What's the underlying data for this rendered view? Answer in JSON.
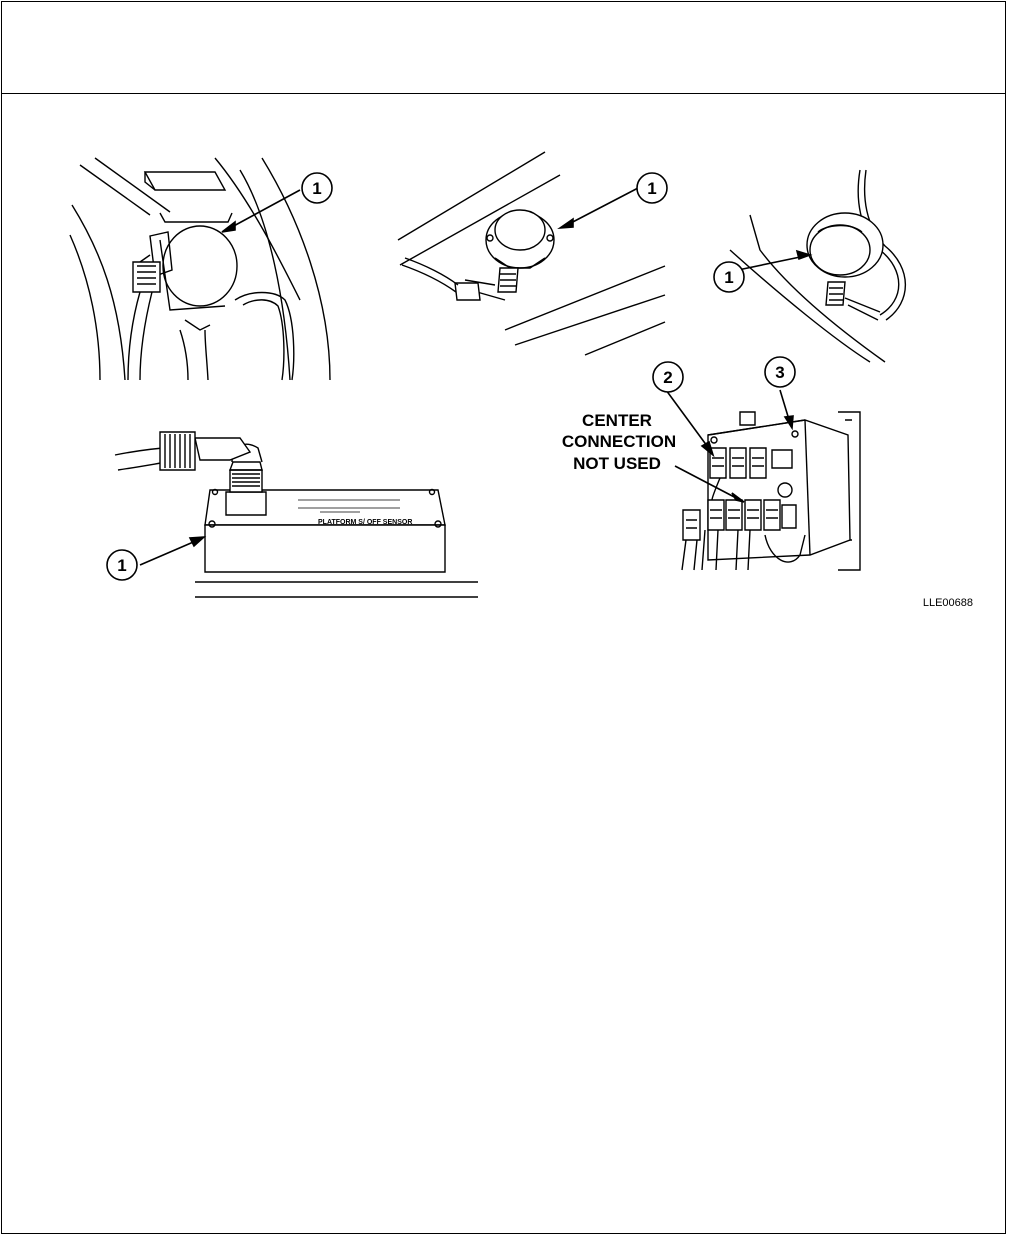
{
  "page": {
    "header_text": "",
    "figure_id": "LLE00688"
  },
  "callouts": {
    "item1": "1",
    "item2": "2",
    "item3": "3"
  },
  "note": {
    "line1": "CENTER",
    "line2": "CONNECTION",
    "line3": "NOT USED"
  },
  "labels": {
    "sensor_nameplate": "PLATFORM S/ OFF SENSOR"
  }
}
